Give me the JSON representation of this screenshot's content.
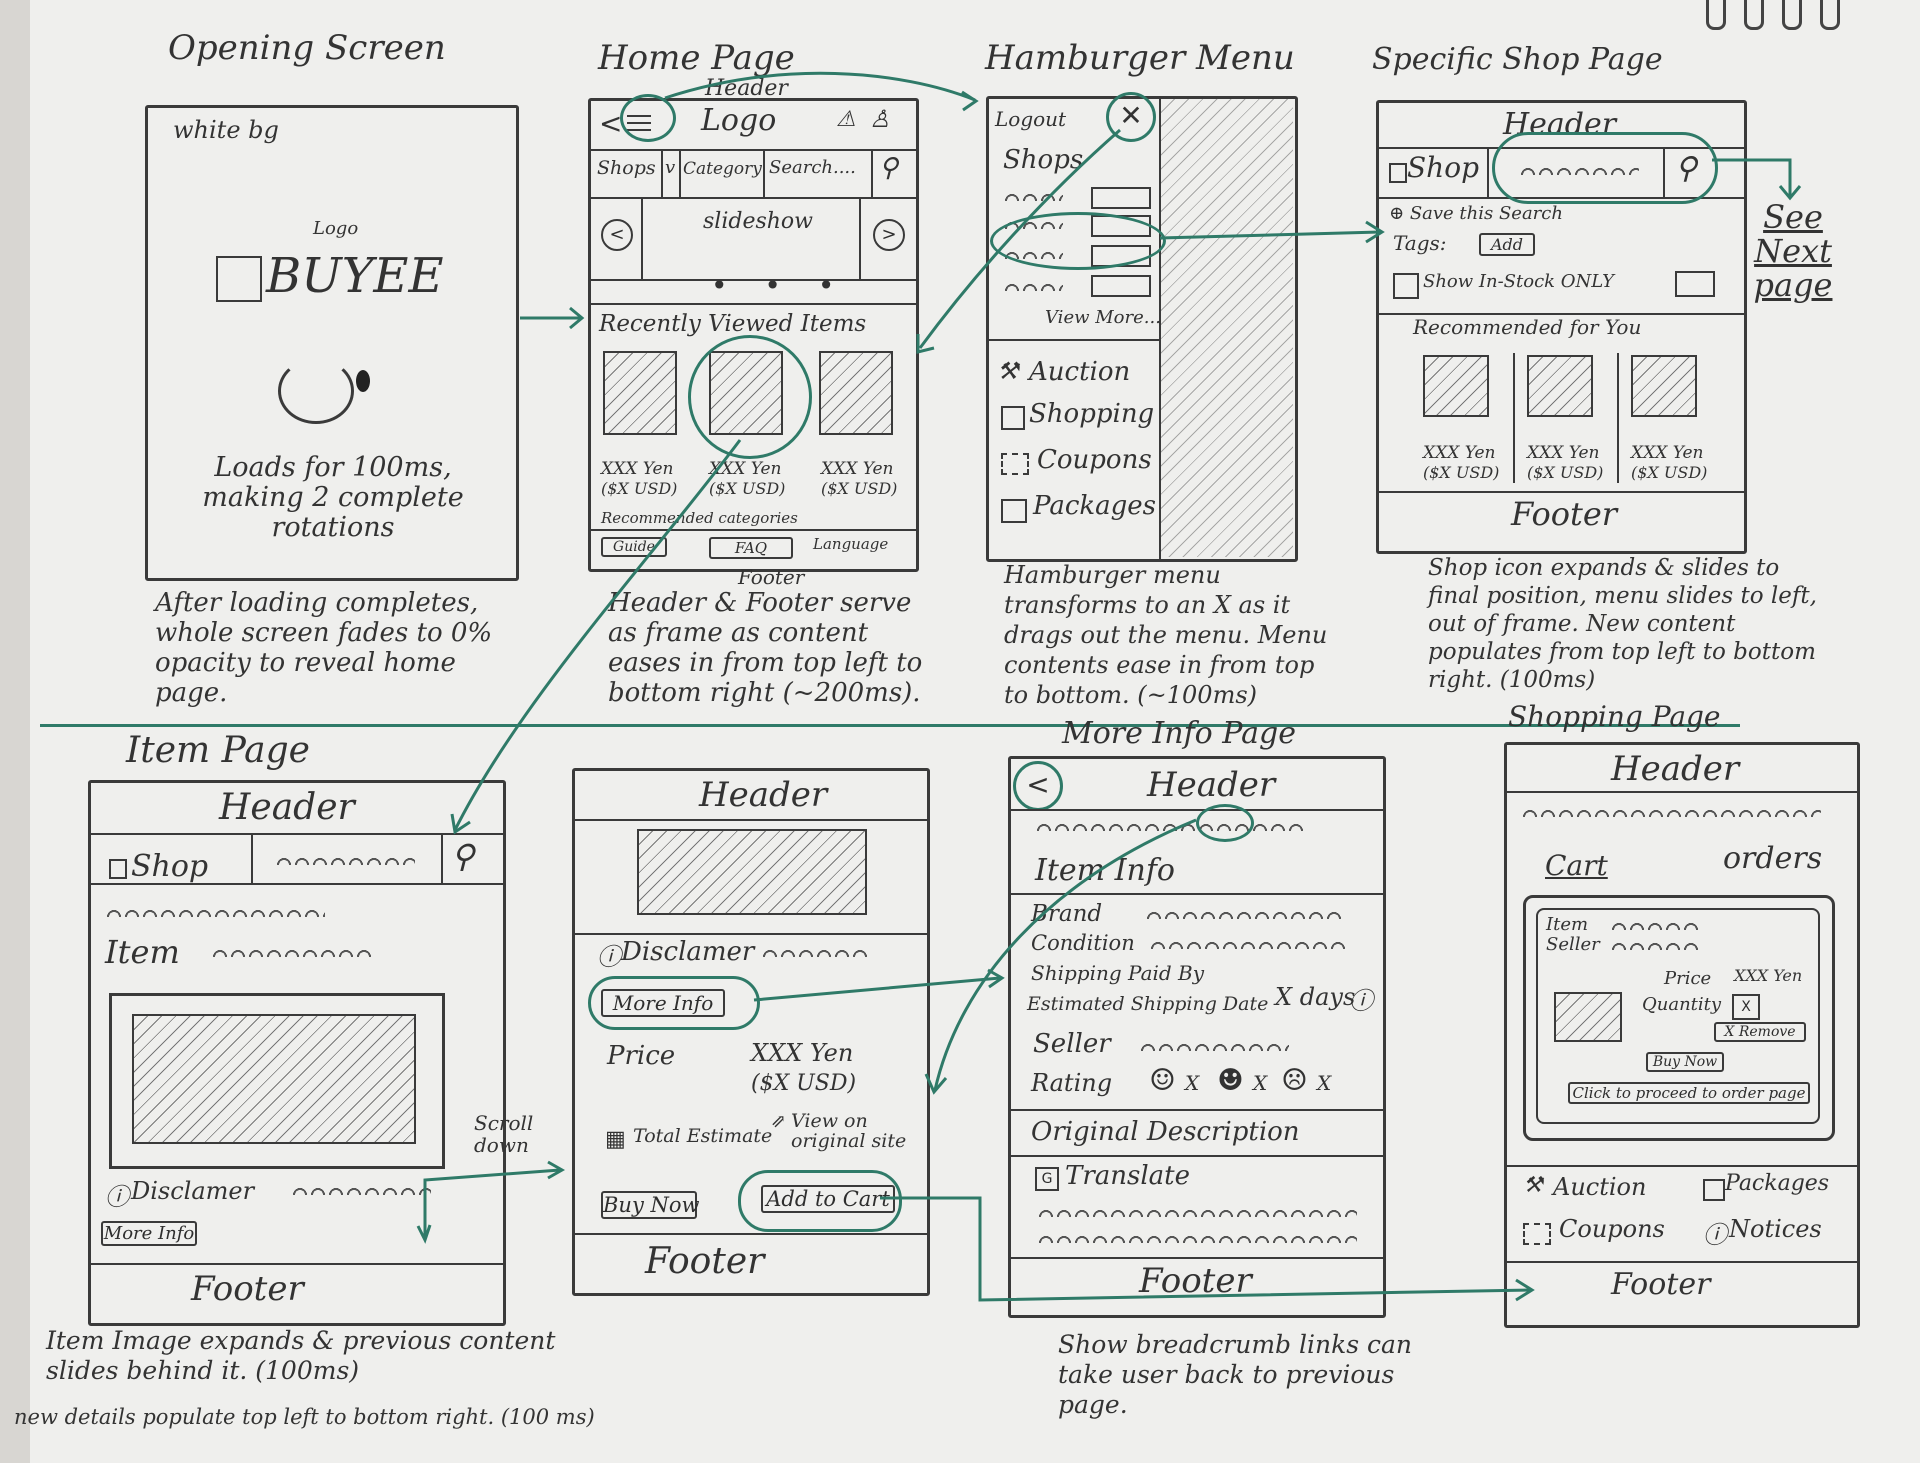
{
  "sections": {
    "opening": {
      "title": "Opening Screen",
      "bg_label": "white bg",
      "logo_label": "Logo",
      "logo_text": "BUYEE",
      "loading_note": "Loads for 100ms, making 2 complete rotations",
      "caption": "After loading completes, whole screen fades to 0% opacity to reveal home page."
    },
    "home": {
      "title": "Home Page",
      "header_label": "Header",
      "logo": "Logo",
      "shops_tab": "Shops",
      "category_tab": "Category",
      "search_placeholder": "Search....",
      "slideshow": "slideshow",
      "recent_title": "Recently Viewed Items",
      "item_price": "XXX Yen",
      "item_usd": "($X USD)",
      "categories_label": "Recommended categories",
      "guide": "Guide",
      "faq": "FAQ",
      "language": "Language",
      "footer": "Footer",
      "caption": "Header & Footer serve as frame as content eases in from top left to bottom right (~200ms)."
    },
    "hamburger": {
      "title": "Hamburger Menu",
      "logout": "Logout",
      "shops": "Shops",
      "view_more": "View More...",
      "items": [
        "Auction",
        "Shopping",
        "Coupons",
        "Packages"
      ],
      "caption": "Hamburger menu transforms to an X as it drags out the menu. Menu contents ease in from top to bottom. (~100ms)"
    },
    "shop": {
      "title": "Specific Shop Page",
      "header": "Header",
      "shop": "Shop",
      "save_search": "Save this Search",
      "tags": "Tags:",
      "add": "Add",
      "in_stock": "Show In-Stock ONLY",
      "recommended": "Recommended for You",
      "item_price": "XXX Yen",
      "item_usd": "($X USD)",
      "footer": "Footer",
      "see_next": "See Next page",
      "caption": "Shop icon expands & slides to final position, menu slides to left, out of frame. New content populates from top left to bottom right. (100ms)",
      "timing": "(100ms)"
    },
    "item": {
      "title": "Item Page",
      "header": "Header",
      "shop": "Shop",
      "item_label": "Item",
      "disclaimer": "Disclamer",
      "more_info": "More Info",
      "footer": "Footer",
      "scroll": "Scroll down",
      "caption_1": "Item Image expands & previous content slides behind it. (100ms)",
      "caption_2": "new details populate top left to bottom right. (100 ms)"
    },
    "item2": {
      "header": "Header",
      "disclaimer": "Disclamer",
      "more_info": "More Info",
      "price": "Price",
      "price_val": "XXX Yen",
      "price_usd": "($X USD)",
      "total": "Total Estimate",
      "view_original": "View on original site",
      "buy_now": "Buy Now",
      "add_cart": "Add to Cart",
      "footer": "Footer"
    },
    "more_info": {
      "title": "More Info Page",
      "header": "Header",
      "item_info": "Item Info",
      "brand": "Brand",
      "condition": "Condition",
      "shipping_paid": "Shipping Paid By",
      "est_ship": "Estimated Shipping Date",
      "x_days": "X days",
      "seller": "Seller",
      "rating": "Rating",
      "rating_x": "X",
      "orig_desc": "Original Description",
      "translate": "Translate",
      "footer": "Footer",
      "caption": "Show breadcrumb links can take user back to previous page."
    },
    "shopping": {
      "title": "Shopping Page",
      "header": "Header",
      "cart": "Cart",
      "orders": "orders",
      "item": "Item",
      "seller": "Seller",
      "price": "Price",
      "price_val": "XXX Yen",
      "quantity": "Quantity",
      "remove": "X Remove",
      "buy_now": "Buy Now",
      "proceed": "Click to proceed to order page",
      "auction": "Auction",
      "packages": "Packages",
      "coupons": "Coupons",
      "notices": "Notices",
      "footer": "Footer"
    }
  },
  "colors": {
    "ink": "#3a3a3a",
    "accent_green": "#2f7a68",
    "paper": "#efefed"
  }
}
